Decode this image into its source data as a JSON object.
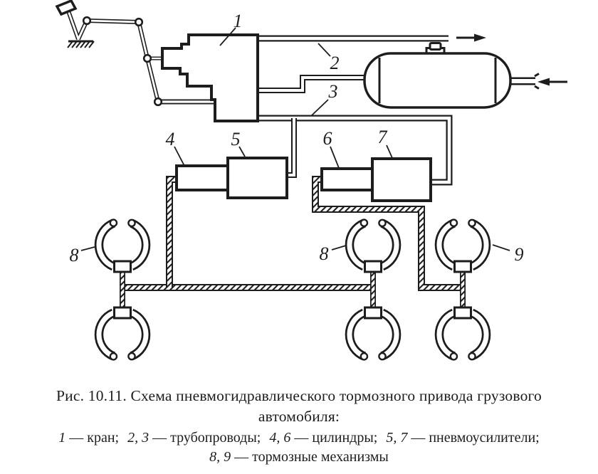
{
  "colors": {
    "ink": "#1d1d1d",
    "background": "#ffffff"
  },
  "diagram": {
    "description": "pneumohydraulic-truck-brake-drive-schematic",
    "part_labels": [
      "1",
      "2",
      "3",
      "4",
      "5",
      "6",
      "7",
      "8",
      "8",
      "9"
    ]
  },
  "caption": {
    "line1": "Рис. 10.11. Схема пневмогидравлического тормозного привода грузового",
    "line2": "автомобиля:"
  },
  "legend": {
    "lines": [
      [
        {
          "num": "1",
          "rest": " — кран; "
        },
        {
          "num": "2, 3",
          "rest": " — трубопроводы; "
        },
        {
          "num": "4, 6",
          "rest": " — цилиндры; "
        },
        {
          "num": "5, 7",
          "rest": " — пневмоусилители;"
        }
      ],
      [
        {
          "num": "8, 9",
          "rest": " — тормозные механизмы"
        }
      ]
    ]
  }
}
